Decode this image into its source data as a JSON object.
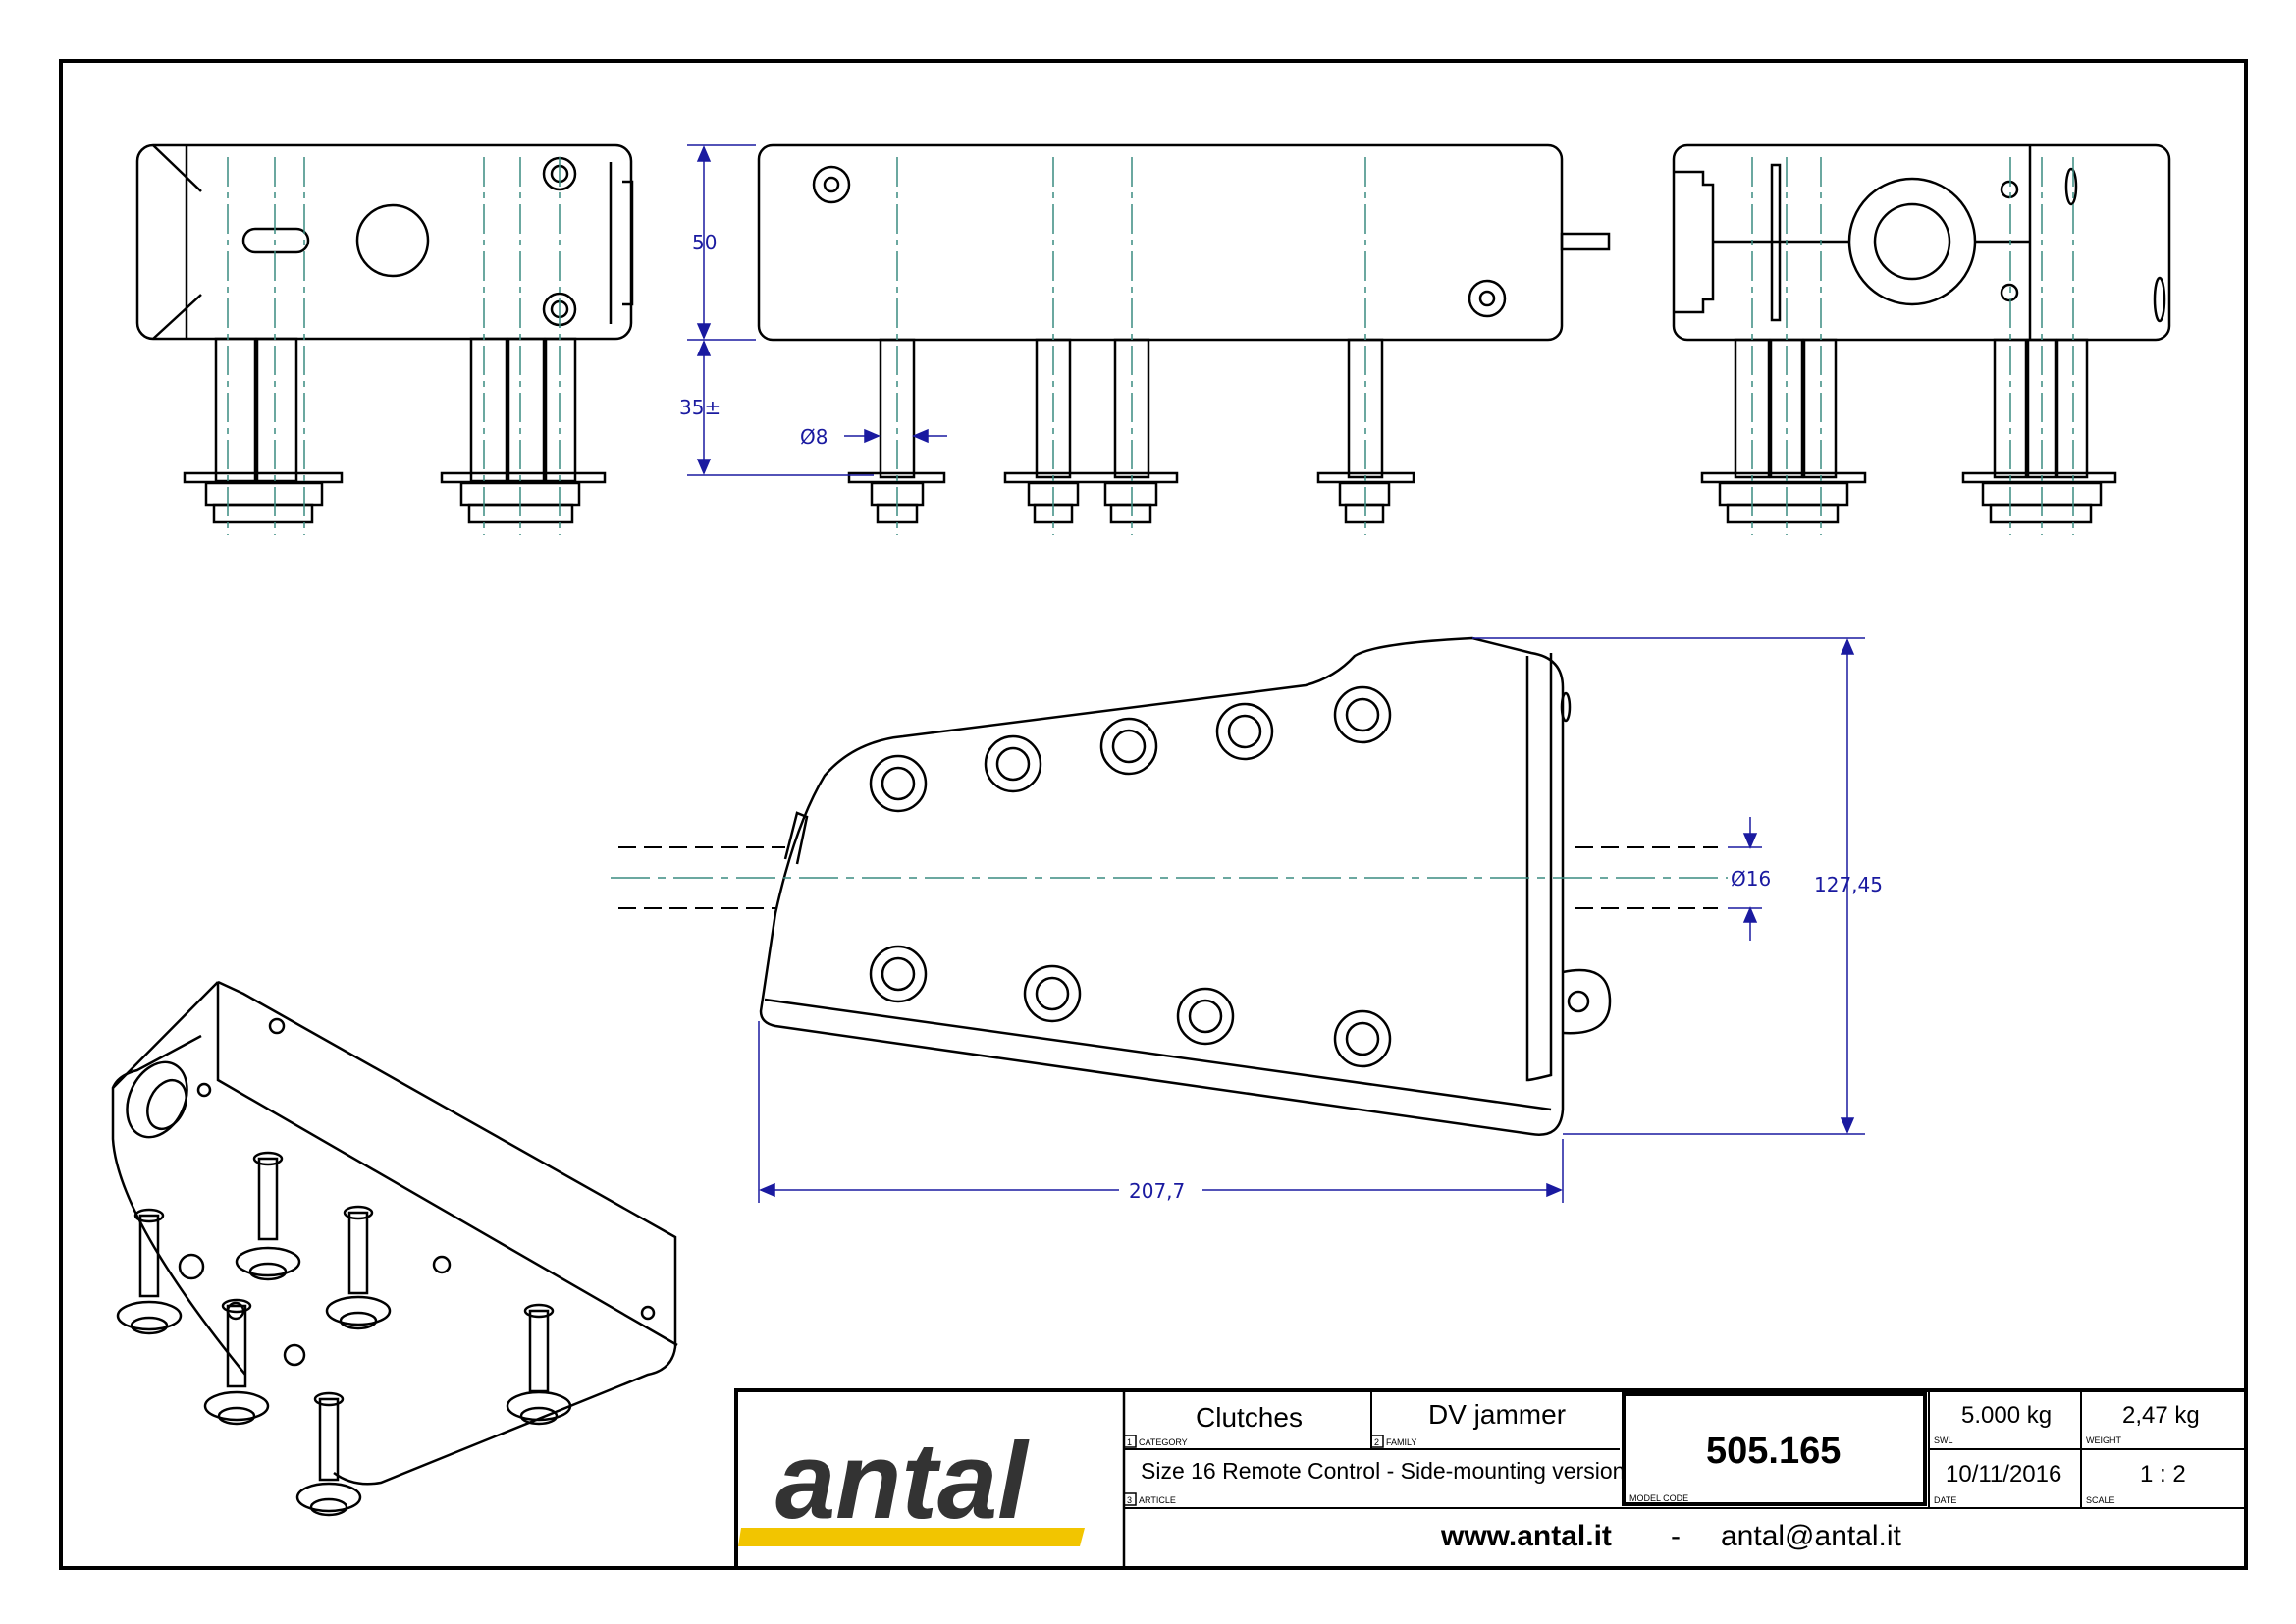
{
  "dimensions": {
    "height_50": "50",
    "height_35": "35±",
    "bolt_dia": "Ø8",
    "hole_dia": "Ø16",
    "total_height": "127,45",
    "total_length": "207,7"
  },
  "title_block": {
    "logo": "antal",
    "category_index": "1",
    "category_label": "CATEGORY",
    "category": "Clutches",
    "family_index": "2",
    "family_label": "FAMILY",
    "family": "DV jammer",
    "article_index": "3",
    "article_label": "ARTICLE",
    "article": "Size 16 Remote Control - Side-mounting version",
    "model_code_label": "MODEL CODE",
    "model_code": "505.165",
    "swl_label": "SWL",
    "swl": "5.000 kg",
    "weight_label": "WEIGHT",
    "weight": "2,47 kg",
    "date_label": "DATE",
    "date": "10/11/2016",
    "scale_label": "SCALE",
    "scale": "1 : 2",
    "website": "www.antal.it",
    "separator": "-",
    "email": "antal@antal.it"
  },
  "colors": {
    "line": "#000000",
    "dimension": "#1a1aa0",
    "centerline": "#3a8c80",
    "accent_yellow": "#f2c500"
  }
}
